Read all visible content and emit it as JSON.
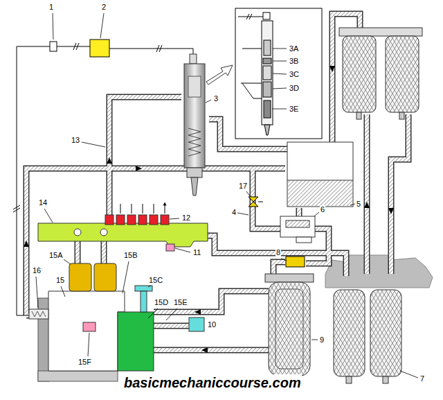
{
  "diagram": {
    "labels": [
      "1",
      "2",
      "3A",
      "3B",
      "3C",
      "3D",
      "3E",
      "3",
      "13",
      "17",
      "4",
      "5",
      "6",
      "14",
      "12",
      "11",
      "15A",
      "15B",
      "16",
      "15",
      "15C",
      "15D",
      "15E",
      "10",
      "15F",
      "8",
      "9",
      "7",
      "basicmechaniccourse.com"
    ]
  }
}
